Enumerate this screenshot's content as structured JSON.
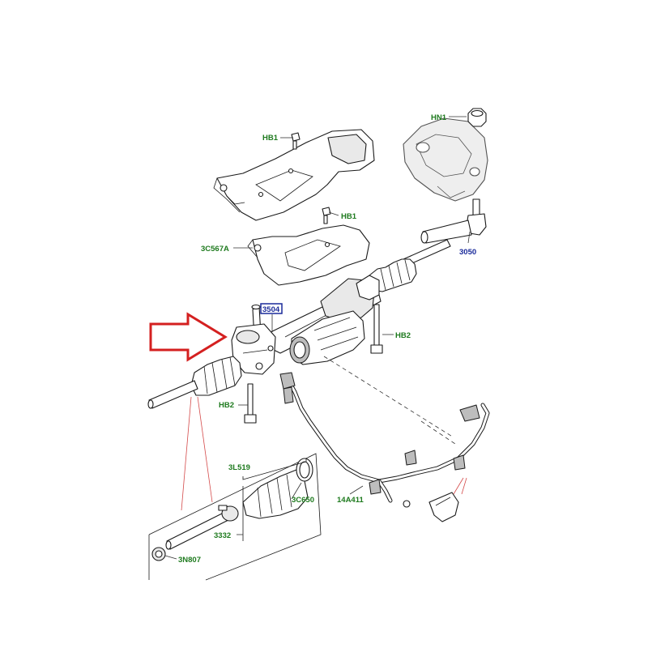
{
  "labels": {
    "hb1_top": "HB1",
    "hb1_mid": "HB1",
    "hn1": "HN1",
    "cover": "3C567A",
    "tie_rod_end": "3050",
    "rack": "3504",
    "hb2_right": "HB2",
    "hb2_left": "HB2",
    "boot_kit": "3L519",
    "clip": "3C650",
    "inner_tie_rod": "3332",
    "bush": "3N807",
    "harness": "14A411"
  },
  "colors": {
    "label_green": "#1e7a1e",
    "label_blue": "#1a2a9a",
    "highlight_box": "#1a2a9a",
    "arrow_red": "#d42020"
  },
  "icons": {
    "pointer": "red-outline-arrow"
  }
}
